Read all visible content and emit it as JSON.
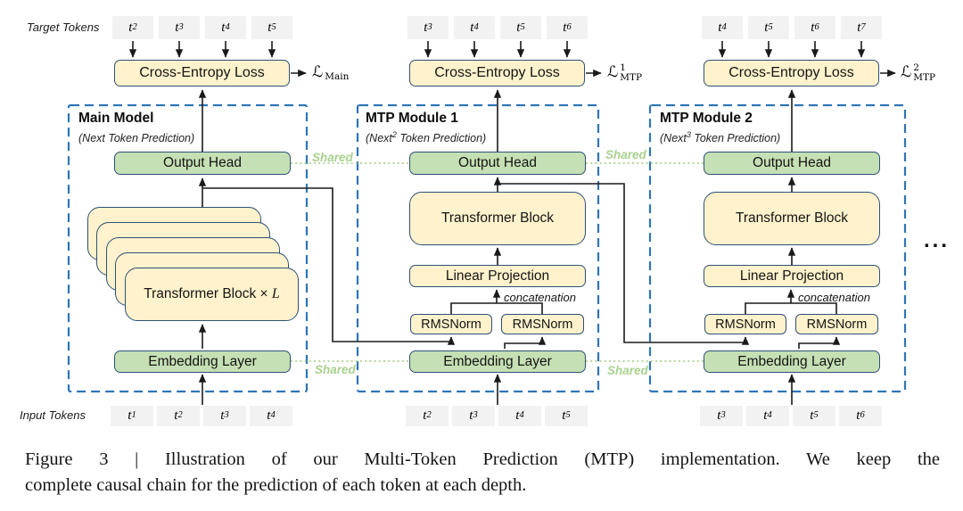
{
  "figure": {
    "target_tokens_label": "Target Tokens",
    "input_tokens_label": "Input Tokens",
    "shared_label": "Shared",
    "concatenation_label": "concatenation",
    "ellipsis": "..."
  },
  "boxes": {
    "cross_entropy": "Cross-Entropy Loss",
    "output_head": "Output Head",
    "transformer_block": "Transformer Block",
    "transformer_stack_prefix": "Transformer Block × ",
    "transformer_stack_var": "L",
    "linear_projection": "Linear Projection",
    "rmsnorm": "RMSNorm",
    "embedding_layer": "Embedding Layer"
  },
  "modules": [
    {
      "title": "Main Model",
      "subtitle_prefix": "(Next",
      "subtitle_sup": "",
      "subtitle_suffix": " Token Prediction)",
      "loss_letter": "ℒ",
      "loss_sup": "",
      "loss_sub": "Main",
      "target_tokens": [
        {
          "base": "t",
          "sub": "2"
        },
        {
          "base": "t",
          "sub": "3"
        },
        {
          "base": "t",
          "sub": "4"
        },
        {
          "base": "t",
          "sub": "5"
        }
      ],
      "input_tokens": [
        {
          "base": "t",
          "sub": "1"
        },
        {
          "base": "t",
          "sub": "2"
        },
        {
          "base": "t",
          "sub": "3"
        },
        {
          "base": "t",
          "sub": "4"
        }
      ]
    },
    {
      "title": "MTP Module 1",
      "subtitle_prefix": "(Next",
      "subtitle_sup": "2",
      "subtitle_suffix": " Token Prediction)",
      "loss_letter": "ℒ",
      "loss_sup": "1",
      "loss_sub": "MTP",
      "target_tokens": [
        {
          "base": "t",
          "sub": "3"
        },
        {
          "base": "t",
          "sub": "4"
        },
        {
          "base": "t",
          "sub": "5"
        },
        {
          "base": "t",
          "sub": "6"
        }
      ],
      "input_tokens": [
        {
          "base": "t",
          "sub": "2"
        },
        {
          "base": "t",
          "sub": "3"
        },
        {
          "base": "t",
          "sub": "4"
        },
        {
          "base": "t",
          "sub": "5"
        }
      ]
    },
    {
      "title": "MTP Module 2",
      "subtitle_prefix": "(Next",
      "subtitle_sup": "3",
      "subtitle_suffix": " Token Prediction)",
      "loss_letter": "ℒ",
      "loss_sup": "2",
      "loss_sub": "MTP",
      "target_tokens": [
        {
          "base": "t",
          "sub": "4"
        },
        {
          "base": "t",
          "sub": "5"
        },
        {
          "base": "t",
          "sub": "6"
        },
        {
          "base": "t",
          "sub": "7"
        }
      ],
      "input_tokens": [
        {
          "base": "t",
          "sub": "3"
        },
        {
          "base": "t",
          "sub": "4"
        },
        {
          "base": "t",
          "sub": "5"
        },
        {
          "base": "t",
          "sub": "6"
        }
      ]
    }
  ],
  "caption": {
    "line1": "Figure 3 | Illustration of our Multi-Token Prediction (MTP) implementation. We keep the",
    "line2": "complete causal chain for the prediction of each token at each depth."
  },
  "colors": {
    "box_yellow": "#FFF2CC",
    "box_green": "#C5E0B4",
    "box_border": "#2E5077",
    "dashed_blue": "#2E75B6",
    "shared_green": "#A9D18E",
    "token_gray": "#F2F2F2",
    "line_black": "#1A1A1A"
  }
}
